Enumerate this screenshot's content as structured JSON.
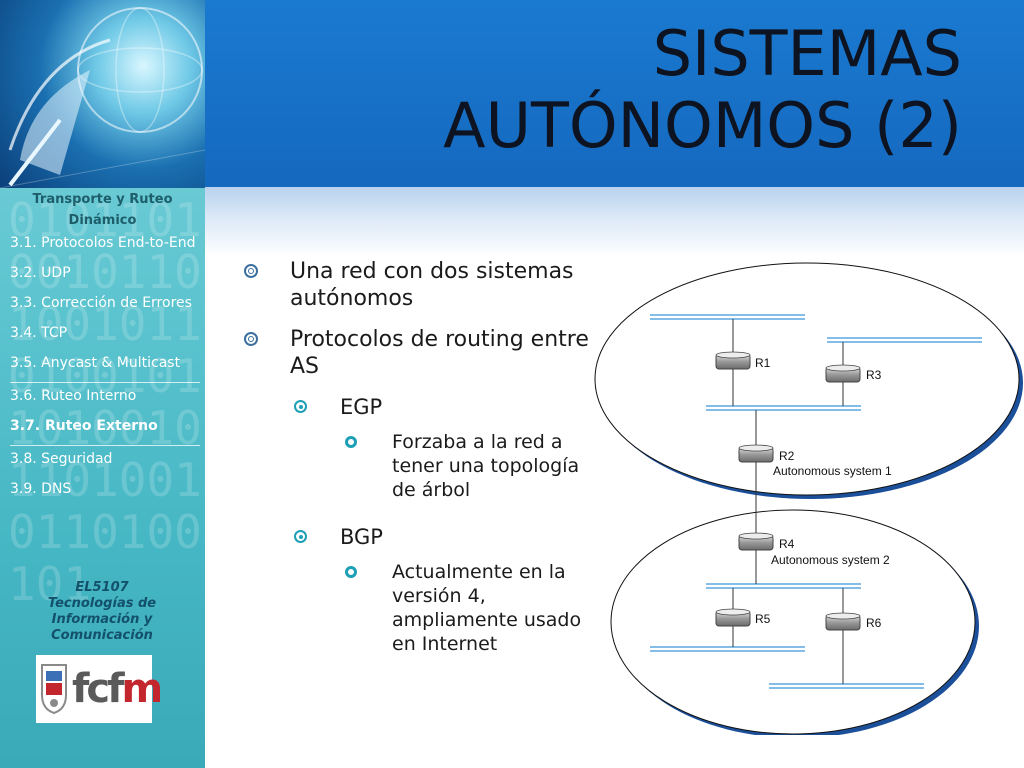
{
  "title": "SISTEMAS AUTÓNOMOS (2)",
  "sidebar": {
    "heading": "Transporte y Ruteo Dinámico",
    "items": [
      {
        "label": "3.1.  Protocolos End-to-End",
        "active": false
      },
      {
        "label": "3.2. UDP",
        "active": false
      },
      {
        "label": "3.3. Corrección de Errores",
        "active": false
      },
      {
        "label": "3.4.  TCP",
        "active": false
      },
      {
        "label": "3.5.  Anycast & Multicast",
        "active": false
      },
      {
        "label": "3.6. Ruteo Interno",
        "active": false
      },
      {
        "label": "3.7. Ruteo Externo",
        "active": true
      },
      {
        "label": "3.8. Seguridad",
        "active": false
      },
      {
        "label": "3.9. DNS",
        "active": false
      }
    ],
    "course_lines": [
      "EL5107",
      "Tecnologías de",
      "Información  y",
      "Comunicación"
    ],
    "logo_text": "fcfm"
  },
  "bullets": [
    {
      "level": 1,
      "text": "Una red con dos sistemas autónomos"
    },
    {
      "level": 1,
      "text": "Protocolos de routing entre AS"
    },
    {
      "level": 2,
      "text": "EGP"
    },
    {
      "level": 3,
      "text": "Forzaba a la red a tener una topología de árbol"
    },
    {
      "level": 2,
      "text": "BGP"
    },
    {
      "level": 3,
      "text": "Actualmente en la versión 4, ampliamente usado en Internet"
    }
  ],
  "diagram": {
    "routers": [
      "R1",
      "R2",
      "R3",
      "R4",
      "R5",
      "R6"
    ],
    "systems": [
      "Autonomous system 1",
      "Autonomous system 2"
    ]
  },
  "colors": {
    "header_blue": "#1569bf",
    "sidebar_teal": "#46b7c4",
    "network_line": "#5aa7e0",
    "bullet_teal": "#1d9fb5"
  }
}
